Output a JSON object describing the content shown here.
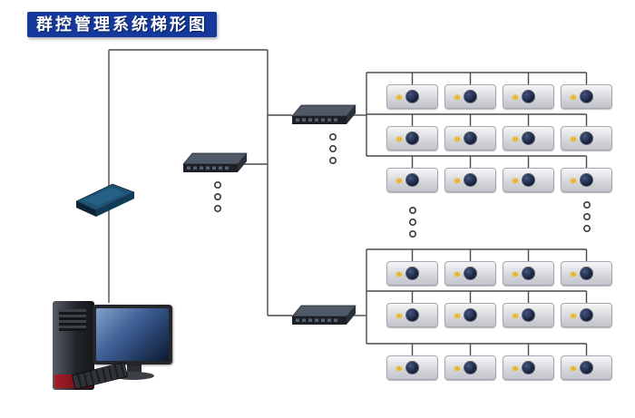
{
  "title": "群控管理系统梯形图",
  "colors": {
    "banner_bg": "#14389c",
    "banner_text": "#ffffff",
    "cable": "#4a4a4a",
    "device_body_light": "#f6f6f8",
    "device_body_dark": "#d2d3d8",
    "device_button": "#141e36",
    "device_led": "#e8b830"
  },
  "diagram": {
    "nodes": [
      {
        "id": "management-computer",
        "type": "computer"
      },
      {
        "id": "router",
        "type": "router"
      },
      {
        "id": "network-switch-mid",
        "type": "switch"
      },
      {
        "id": "network-switch-top",
        "type": "switch"
      },
      {
        "id": "network-switch-bottom",
        "type": "switch"
      }
    ],
    "edges": [
      {
        "from": "management-computer",
        "to": "router"
      },
      {
        "from": "router",
        "to": "network-switch-mid"
      },
      {
        "from": "router",
        "to": "network-switch-top"
      },
      {
        "from": "router",
        "to": "network-switch-bottom"
      },
      {
        "from": "network-switch-top",
        "to": "device-group-top"
      },
      {
        "from": "network-switch-bottom",
        "to": "device-group-bottom"
      }
    ],
    "device_groups": [
      {
        "id": "device-group-top",
        "rows": 3,
        "cols": 4
      },
      {
        "id": "device-group-bottom",
        "rows": 3,
        "cols": 4
      }
    ],
    "continuation_dots": [
      {
        "at": "below-switch-mid",
        "count": 3
      },
      {
        "at": "below-switch-top",
        "count": 3
      },
      {
        "at": "below-device-group-top-left",
        "count": 3
      },
      {
        "at": "below-device-group-top-right",
        "count": 3
      }
    ]
  }
}
